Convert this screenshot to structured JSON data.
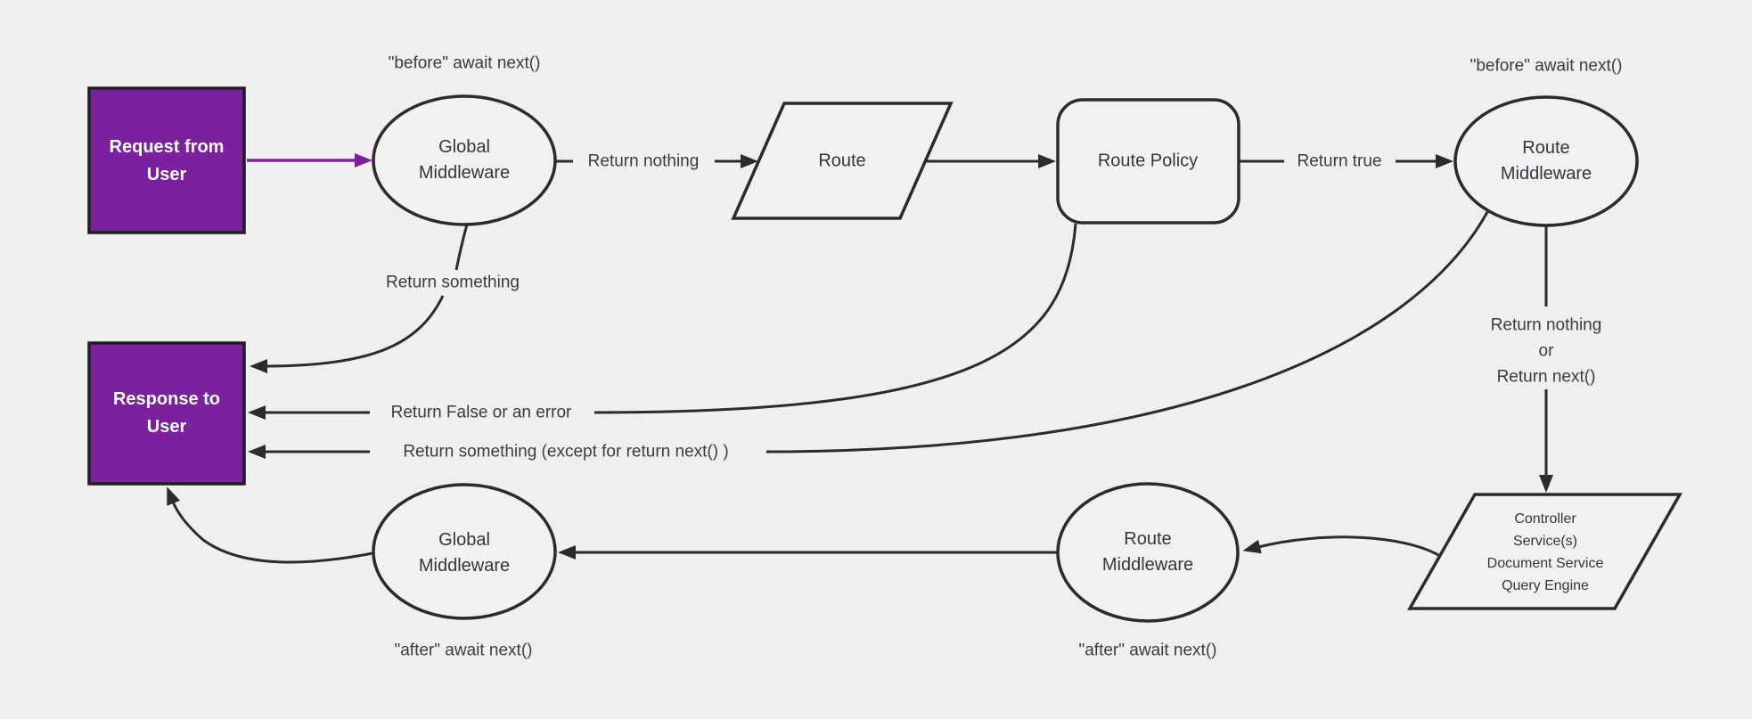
{
  "diagram_title": "Middleware request and response flow diagram",
  "colors": {
    "background": "#efefef",
    "node_fill": "#f1f1f1",
    "stroke": "#2b2b2b",
    "accent_purple": "#7b219f",
    "node_text": "#33373b",
    "label_text": "#3c3c3c",
    "request_response_text": "#ffffff"
  },
  "nodes": {
    "request_from_user": {
      "line1": "Request from",
      "line2": "User"
    },
    "global_middleware_top": {
      "line1": "Global",
      "line2": "Middleware"
    },
    "route": {
      "label": "Route"
    },
    "route_policy": {
      "label": "Route Policy"
    },
    "route_middleware_top": {
      "line1": "Route",
      "line2": "Middleware"
    },
    "controller_services": {
      "line1": "Controller",
      "line2": "Service(s)",
      "line3": "Document Service",
      "line4": "Query Engine"
    },
    "route_middleware_bottom": {
      "line1": "Route",
      "line2": "Middleware"
    },
    "global_middleware_bottom": {
      "line1": "Global",
      "line2": "Middleware"
    },
    "response_to_user": {
      "line1": "Response to",
      "line2": "User"
    }
  },
  "edge_labels": {
    "before_await_next_left": "\"before\" await next()",
    "before_await_next_right": "\"before\" await next()",
    "return_nothing": "Return nothing",
    "return_true": "Return true",
    "return_something": "Return something",
    "return_false_or_error": "Return False or an error",
    "return_something_except": "Return something (except for return next() )",
    "return_nothing_or_line1": "Return nothing",
    "return_nothing_or_line2": "or",
    "return_nothing_or_line3": "Return next()",
    "after_await_next_left": "\"after\" await next()",
    "after_await_next_middle": "\"after\" await next()"
  }
}
